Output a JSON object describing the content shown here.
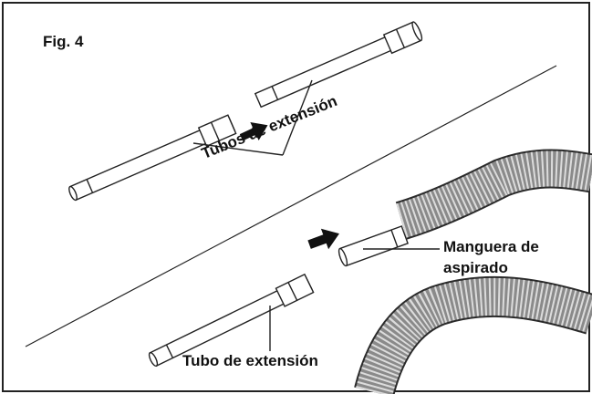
{
  "figure": {
    "title": "Fig. 4",
    "labels": {
      "extension_tubes": "Tubos de extensión",
      "vacuum_hose_line1": "Manguera de",
      "vacuum_hose_line2": "aspirado",
      "extension_tube": "Tubo de extensión"
    },
    "colors": {
      "stroke": "#222222",
      "background": "#ffffff",
      "hose": "#7a7a7a"
    }
  }
}
